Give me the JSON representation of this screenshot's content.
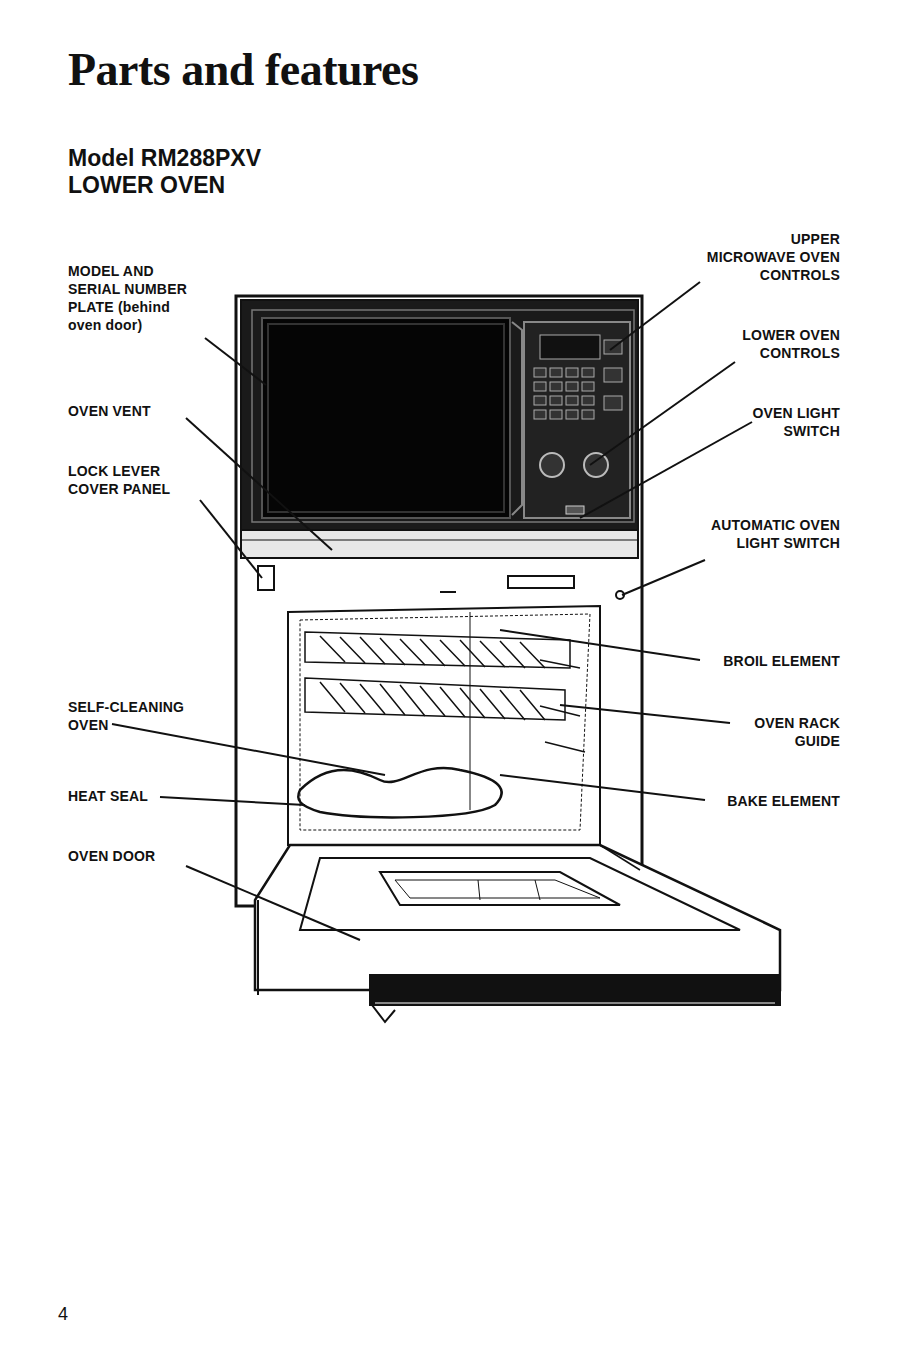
{
  "diagram": {
    "title": "Parts and features",
    "labels": [
      "Model RM288PXV",
      "LOWER OVEN",
      "MODEL AND SERIAL NUMBER PLATE (behind oven door)",
      "OVEN VENT",
      "LOCK LEVER COVER PANEL",
      "SELF-CLEANING OVEN",
      "HEAT SEAL",
      "OVEN DOOR",
      "UPPER MICROWAVE OVEN CONTROLS",
      "LOWER OVEN CONTROLS",
      "OVEN LIGHT SWITCH",
      "AUTOMATIC OVEN LIGHT SWITCH",
      "BROIL ELEMENT",
      "OVEN RACK GUIDE",
      "BAKE ELEMENT",
      "4"
    ]
  }
}
